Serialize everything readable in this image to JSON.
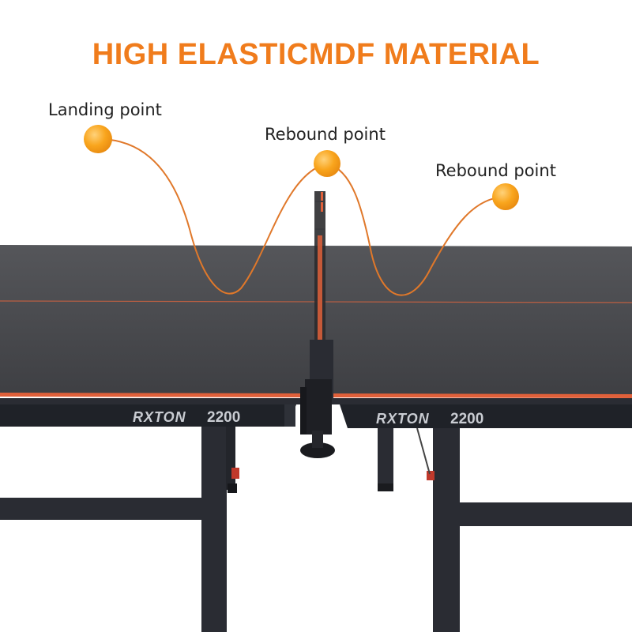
{
  "headline": "HIGH ELASTICMDF MATERIAL",
  "labels": {
    "landing": "Landing point",
    "rebound_1": "Rebound point",
    "rebound_2": "Rebound point"
  },
  "brand": {
    "name": "RXTON",
    "model": "2200"
  },
  "colors": {
    "accent": "#f07c1c",
    "ball": "#f9a51d",
    "table_top": "#4a4b4e",
    "frame": "#2a2c33",
    "edge_stripe": "#e0603a"
  }
}
